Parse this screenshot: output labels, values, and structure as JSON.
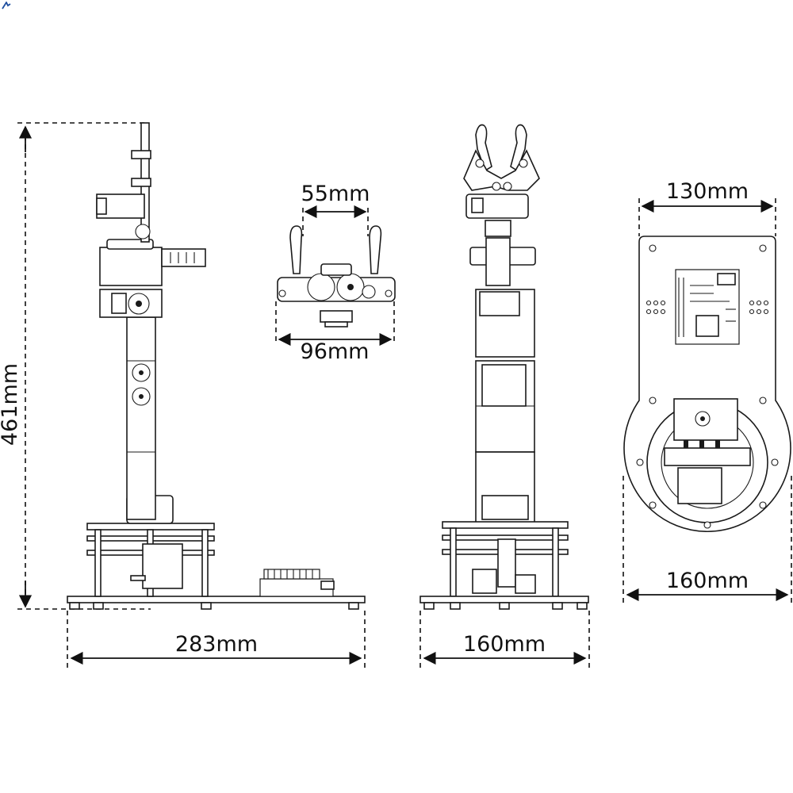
{
  "dimensions": {
    "height_total": "461mm",
    "base_length": "283mm",
    "base_width_side": "160mm",
    "gripper_opening": "55mm",
    "gripper_width": "96mm",
    "top_plate_width": "130mm",
    "base_plate_width": "160mm"
  },
  "colors": {
    "line": "#1a1a1a",
    "background": "#ffffff"
  },
  "icons": {
    "corner": "logo-mark-icon"
  }
}
